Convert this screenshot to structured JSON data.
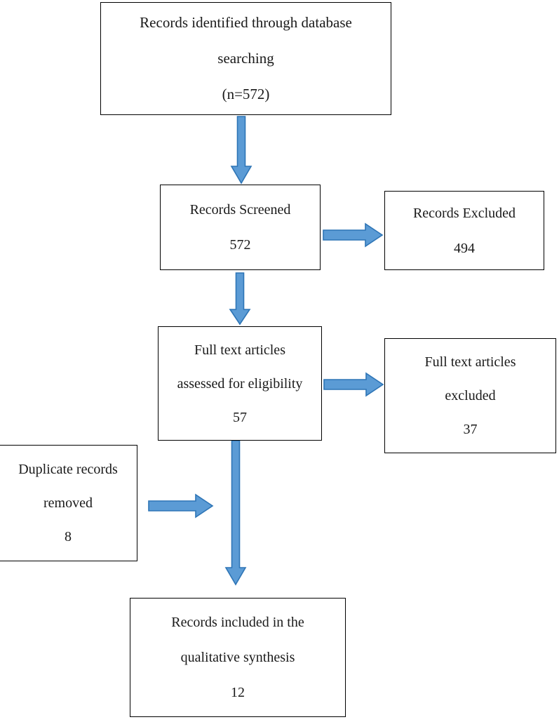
{
  "diagram": {
    "type": "prisma-flow-diagram",
    "colors": {
      "arrow_fill": "#5B9BD5",
      "arrow_stroke": "#2E75B6",
      "box_border": "#000000",
      "box_fill": "#FFFFFF",
      "text": "#1A1A1A"
    },
    "nodes": {
      "identified": {
        "lines": [
          "Records identified through database",
          "searching",
          "(n=572)"
        ],
        "count": 572
      },
      "screened": {
        "lines": [
          "Records Screened",
          "572"
        ],
        "count": 572
      },
      "excluded": {
        "lines": [
          "Records Excluded",
          "494"
        ],
        "count": 494
      },
      "fulltext": {
        "lines": [
          "Full text articles",
          "assessed for eligibility",
          "57"
        ],
        "count": 57
      },
      "fulltext_excluded": {
        "lines": [
          "Full text articles",
          "excluded",
          "37"
        ],
        "count": 37
      },
      "duplicates": {
        "lines": [
          "Duplicate records",
          "removed",
          "8"
        ],
        "count": 8
      },
      "included": {
        "lines": [
          "Records included in the",
          "qualitative synthesis",
          "12"
        ],
        "count": 12
      }
    },
    "arrows": [
      {
        "name": "identified-to-screened",
        "direction": "down"
      },
      {
        "name": "screened-to-fulltext",
        "direction": "down"
      },
      {
        "name": "fulltext-to-included",
        "direction": "down"
      },
      {
        "name": "screened-to-excluded",
        "direction": "right"
      },
      {
        "name": "fulltext-to-ftexcluded",
        "direction": "right"
      },
      {
        "name": "duplicates-to-stream",
        "direction": "right"
      }
    ]
  }
}
